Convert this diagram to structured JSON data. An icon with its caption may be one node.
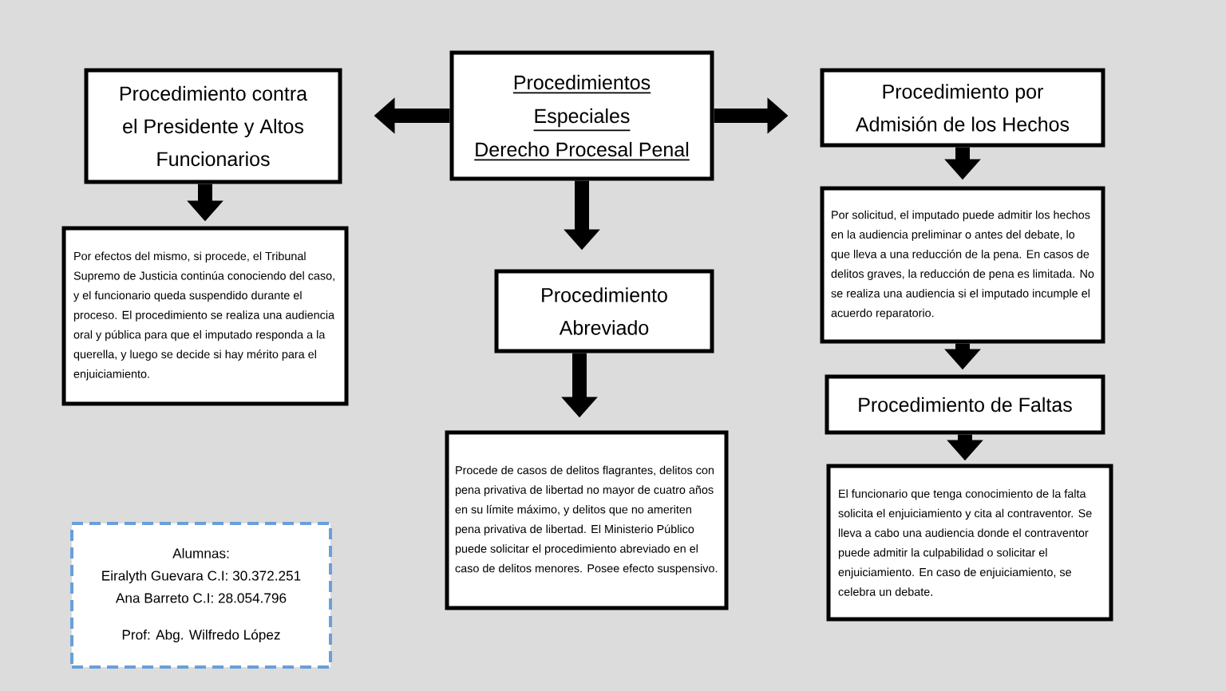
{
  "diagram": {
    "nodes": [
      {
        "text": [
          "Procedimientos Especiales",
          "Derecho Procesal Penal"
        ]
      },
      {
        "text": [
          "Procedimiento contra el Presidente y Altos Funcionarios"
        ]
      },
      {
        "text": [
          "Por efectos del mismo, si procede, el Tribunal Supremo de Justicia continúa conociendo del caso, y el funcionario queda suspendido durante el proceso. El procedimiento se realiza una audiencia oral y pública para que el imputado responda a la querella, y luego se decide si hay mérito para el enjuiciamiento."
        ]
      },
      {
        "text": [
          "Procedimiento por Admisión de los Hechos"
        ]
      },
      {
        "text": [
          "Por solicitud, el imputado puede admitir los hechos en la audiencia preliminar o antes del debate, lo que lleva a una reducción de la pena. En casos de delitos graves, la reducción de pena es limitada. No se realiza una audiencia si el imputado incumple el acuerdo reparatorio."
        ]
      },
      {
        "text": [
          "Procedimiento Abreviado"
        ]
      },
      {
        "text": [
          "Procede de casos de delitos flagrantes, delitos con pena privativa de libertad no mayor de cuatro años en su límite máximo, y delitos que no ameriten pena privativa de libertad. El Ministerio Público puede solicitar el procedimiento abreviado en el caso de delitos menores. Posee efecto suspensivo."
        ]
      },
      {
        "text": [
          "Procedimiento de Faltas"
        ]
      },
      {
        "text": [
          "El funcionario que tenga conocimiento de la falta solicita el enjuiciamiento y cita al contraventor. Se lleva a cabo una audiencia donde el contraventor puede admitir la culpabilidad o solicitar el enjuiciamiento. En caso de enjuiciamiento, se celebra un debate."
        ]
      },
      {
        "text": [
          "Alumnas:",
          "Eiralyth Guevara C.I: 30.372.251",
          "Ana Barreto C.I: 28.054.796",
          "Prof: Abg. Wilfredo López"
        ]
      }
    ],
    "edges": [
      {
        "from": 0,
        "to": 1,
        "arrow": "to"
      },
      {
        "from": 0,
        "to": 3,
        "arrow": "to"
      },
      {
        "from": 0,
        "to": 5,
        "arrow": "to"
      },
      {
        "from": 1,
        "to": 2,
        "arrow": "to"
      },
      {
        "from": 3,
        "to": 4,
        "arrow": "to"
      },
      {
        "from": 4,
        "to": 7,
        "arrow": "to"
      },
      {
        "from": 7,
        "to": 8,
        "arrow": "to"
      },
      {
        "from": 5,
        "to": 6,
        "arrow": "to"
      }
    ]
  }
}
